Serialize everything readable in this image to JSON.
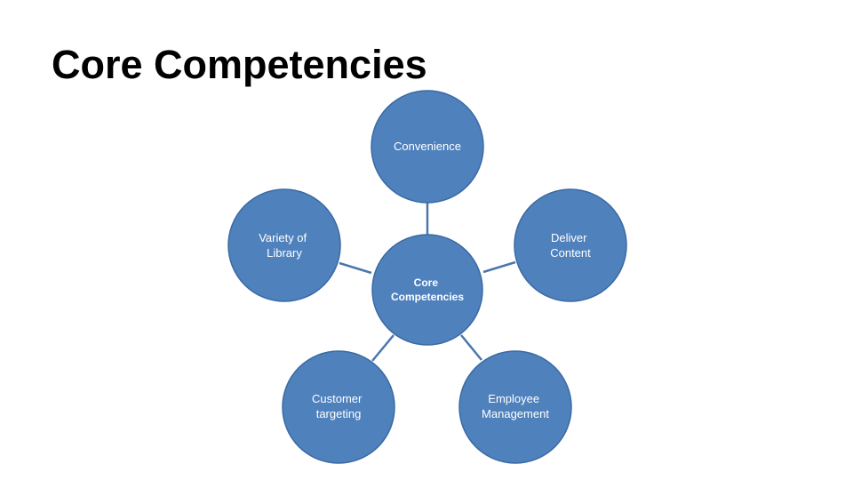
{
  "title": "Core Competencies",
  "colors": {
    "node_fill": "#4f81bd",
    "node_text": "#ffffff",
    "connector": "#4a77ad"
  },
  "diagram": {
    "center": {
      "lines": [
        "Core",
        "Competencies"
      ]
    },
    "nodes": [
      {
        "lines": [
          "Convenience"
        ]
      },
      {
        "lines": [
          "Deliver",
          "Content"
        ]
      },
      {
        "lines": [
          "Employee",
          "Management"
        ]
      },
      {
        "lines": [
          "Customer",
          "targeting"
        ]
      },
      {
        "lines": [
          "Variety of",
          "Library"
        ]
      }
    ]
  }
}
